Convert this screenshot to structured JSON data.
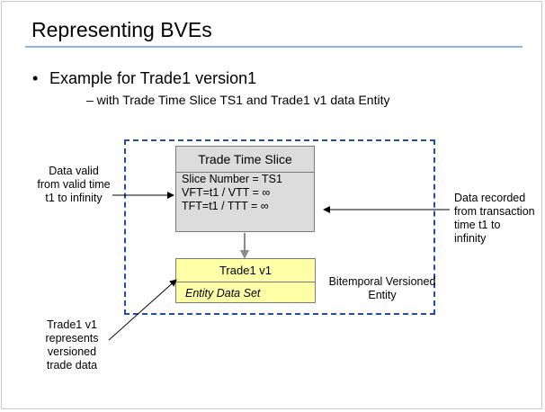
{
  "slide": {
    "title": "Representing BVEs",
    "bullet_marker": "•",
    "bullet1": "Example for Trade1 version1",
    "bullet2": "– with Trade Time Slice TS1 and Trade1 v1 data Entity"
  },
  "time_slice": {
    "header": "Trade Time Slice",
    "lines": [
      "Slice Number = TS1",
      "VFT=t1 / VTT = ∞",
      "TFT=t1 / TTT = ∞"
    ]
  },
  "entity": {
    "header": "Trade1 v1",
    "subtitle": "Entity Data Set"
  },
  "notes": {
    "valid_time": "Data valid from valid time t1 to infinity",
    "transaction_time": "Data recorded from transaction time t1 to infinity",
    "bitemporal": "Bitemporal Versioned Entity",
    "trade_version": "Trade1 v1 represents versioned trade data"
  },
  "colors": {
    "title_rule": "#8fb2e0",
    "frame": "#1f4ea8",
    "slice_fill": "#dcdcdc",
    "entity_fill": "#ffffa8"
  }
}
